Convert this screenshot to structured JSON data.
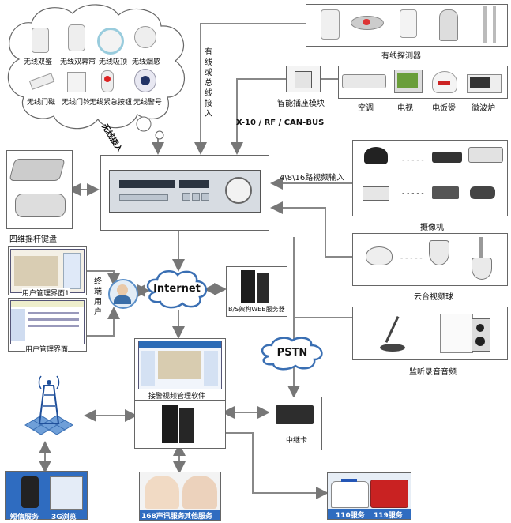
{
  "wireless_devices": {
    "row1": [
      "无线双鉴",
      "无线双幕帘",
      "无线吸顶",
      "无线烟感"
    ],
    "row2": [
      "无线门磁",
      "无线门铃",
      "无线紧急按钮",
      "无线警号"
    ],
    "caption": "无线接入"
  },
  "wired_detectors": {
    "caption": "有线探测器"
  },
  "wired_bus_label": "有线或总线接入",
  "smart_socket": {
    "caption": "智能插座模块"
  },
  "appliances": {
    "items": [
      "空调",
      "电视",
      "电饭煲",
      "微波炉"
    ]
  },
  "protocol_label": "X-10 / RF / CAN-BUS",
  "keyboard": {
    "caption": "四维摇杆键盘"
  },
  "video_input_label": "4\\8\\16路视频输入",
  "cameras": {
    "caption": "摄像机",
    "dots": "- - - - -"
  },
  "ptz": {
    "caption": "云台视频球",
    "dots": "- - - - -"
  },
  "audio": {
    "caption": "监听录音音频"
  },
  "user_ui1": {
    "caption": "用户管理界面1"
  },
  "user_ui2": {
    "caption": "用户管理界面"
  },
  "terminal_user_label": "终端用户",
  "internet": {
    "label": "Internet"
  },
  "web_server": {
    "caption": "B/S架构WEB服务器"
  },
  "pstn": {
    "label": "PSTN"
  },
  "alarm_software": {
    "caption": "接警视频管理软件"
  },
  "relay_card": {
    "caption": "中继卡"
  },
  "bottom_services": {
    "sms": "短信服务",
    "g3": "3G浏览",
    "voice": "168声讯服务",
    "other": "其他服务",
    "s110": "110服务",
    "s119": "119服务"
  }
}
